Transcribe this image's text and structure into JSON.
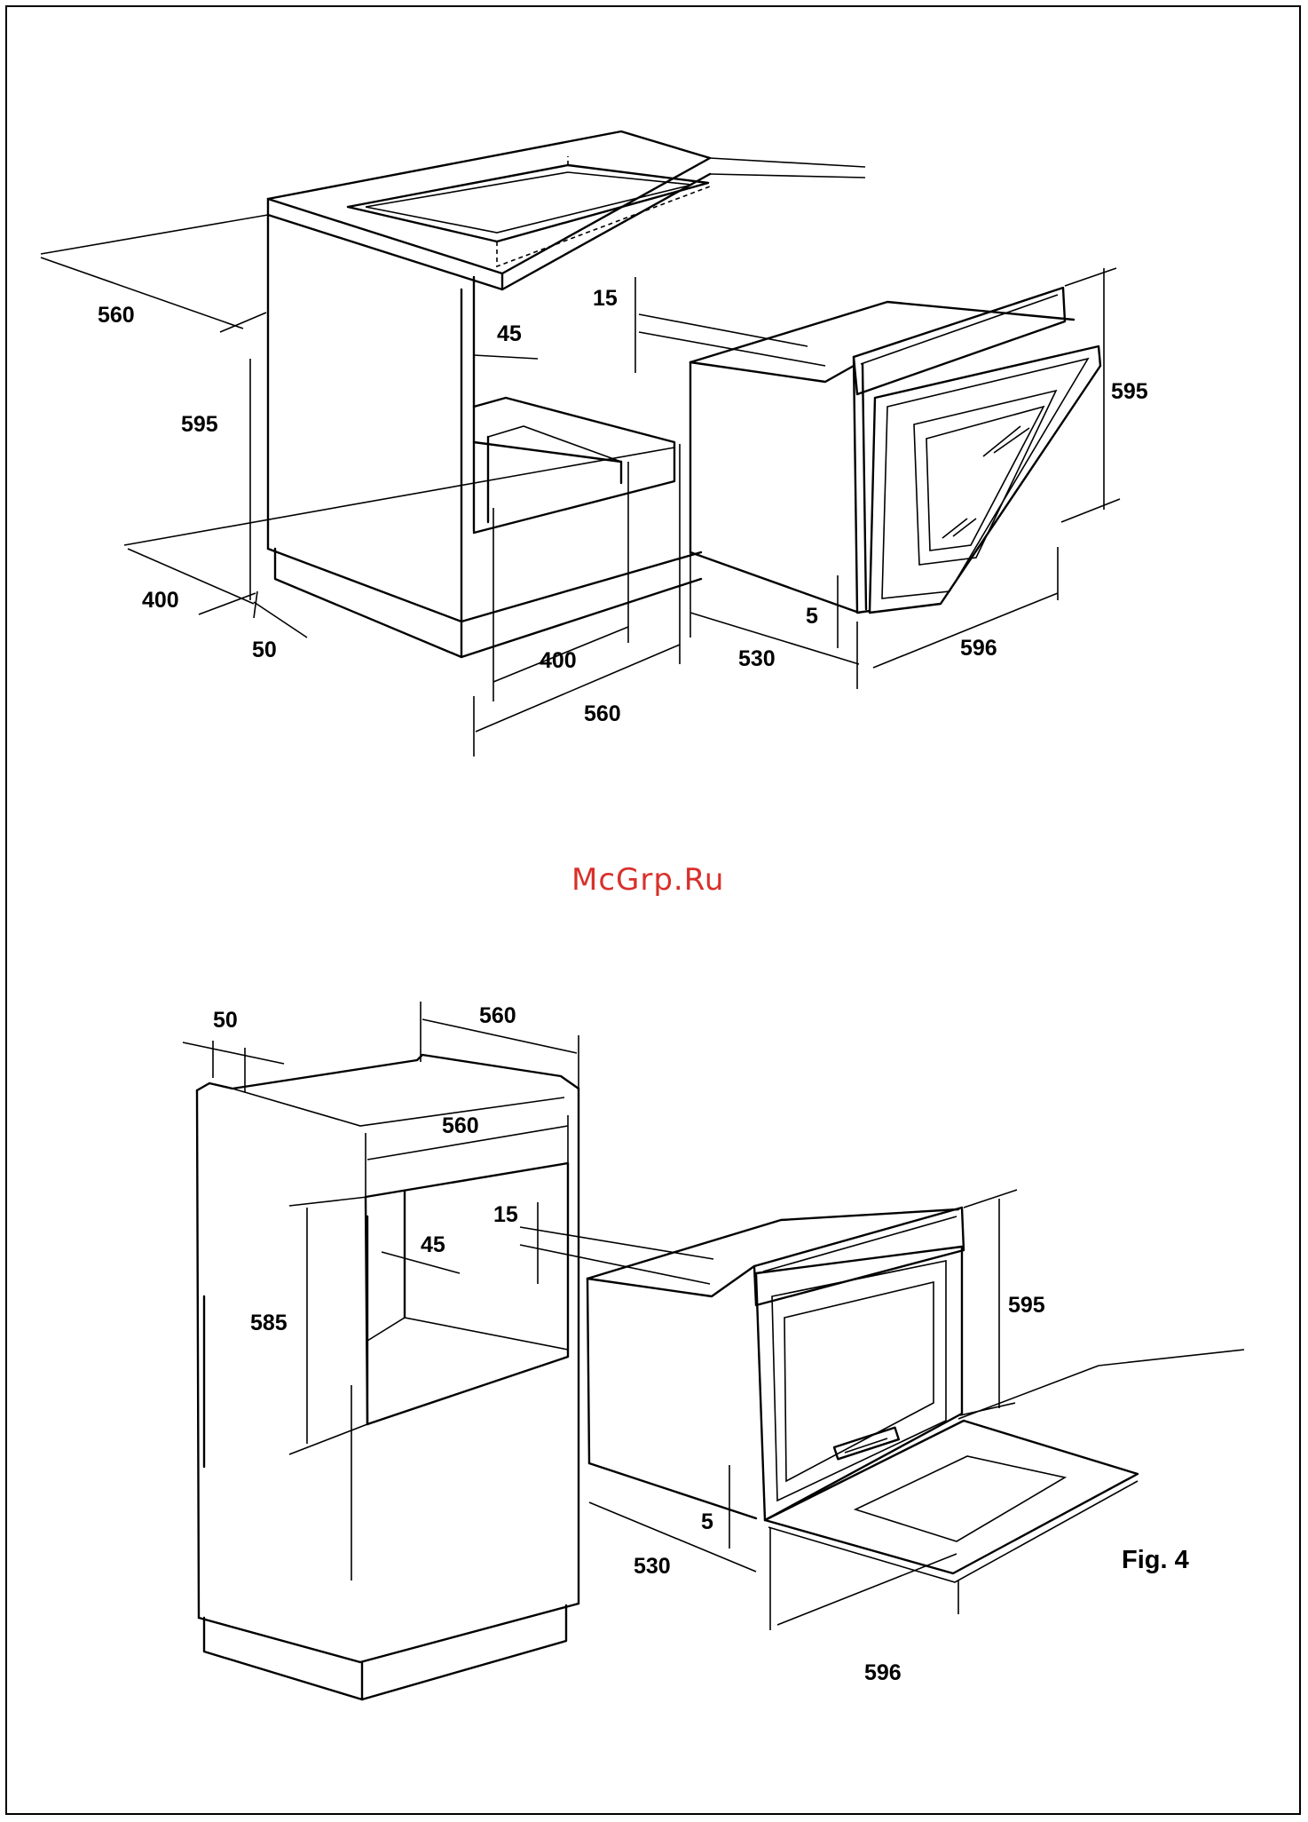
{
  "watermark": "McGrp.Ru",
  "figure_label": "Fig. 4",
  "top_installation": {
    "dimensions": {
      "cabinet_depth_top": "560",
      "cabinet_height": "595",
      "opening_side_gap": "45",
      "vent_gap_top": "15",
      "oven_height": "595",
      "bottom_depth": "400",
      "bottom_offset": "50",
      "opening_width_inner": "400",
      "opening_width": "560",
      "oven_depth": "530",
      "door_gap": "5",
      "oven_width": "596"
    }
  },
  "bottom_installation": {
    "dimensions": {
      "top_offset": "50",
      "cabinet_width": "560",
      "opening_width": "560",
      "vent_gap_top": "15",
      "opening_side_gap": "45",
      "opening_height": "585",
      "oven_height": "595",
      "door_gap": "5",
      "oven_depth": "530",
      "oven_width": "596"
    }
  }
}
